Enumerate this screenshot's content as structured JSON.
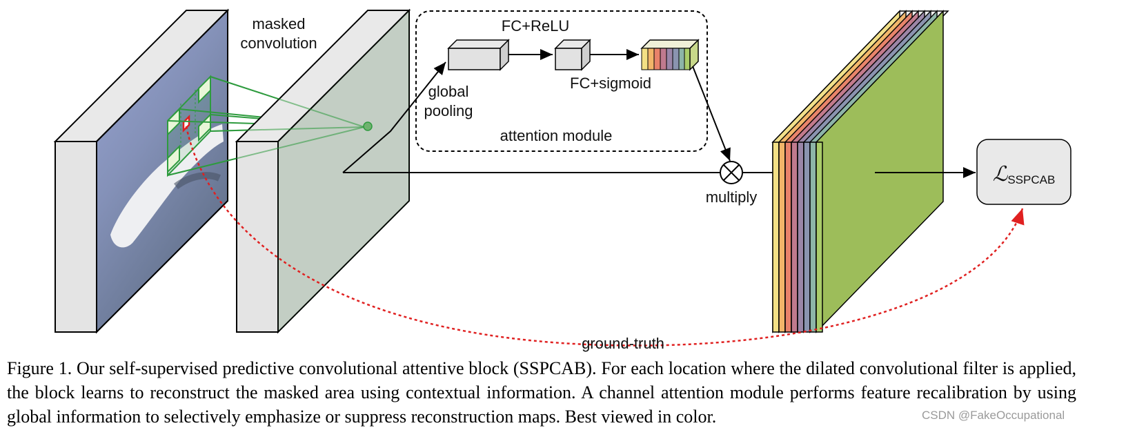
{
  "labels": {
    "masked_line1": "masked",
    "masked_line2": "convolution",
    "fc_relu": "FC+ReLU",
    "fc_sigmoid": "FC+sigmoid",
    "global_line1": "global",
    "global_line2": "pooling",
    "attention_module": "attention module",
    "multiply": "multiply",
    "ground_truth": "ground-truth",
    "loss_symbol": "ℒ",
    "loss_subscript": "SSPCAB"
  },
  "caption": "Figure 1. Our self-supervised predictive convolutional attentive block (SSPCAB). For each location where the dilated convolutional filter is applied, the block learns to reconstruct the masked area using contextual information.  A channel attention module performs feature recalibration by using global information to selectively emphasize or suppress reconstruction maps. Best viewed in color.",
  "watermark": "CSDN @FakeOccupational",
  "colors": {
    "kernel_green": "#2e9b3e",
    "ground_truth_red": "#e02020",
    "channel_layers": [
      "#f3e085",
      "#f2b569",
      "#e8826a",
      "#c07a8e",
      "#9a86a8",
      "#8a94b0",
      "#8db5a8",
      "#a9cc6a"
    ],
    "output_fill": "#9dbd5a"
  }
}
